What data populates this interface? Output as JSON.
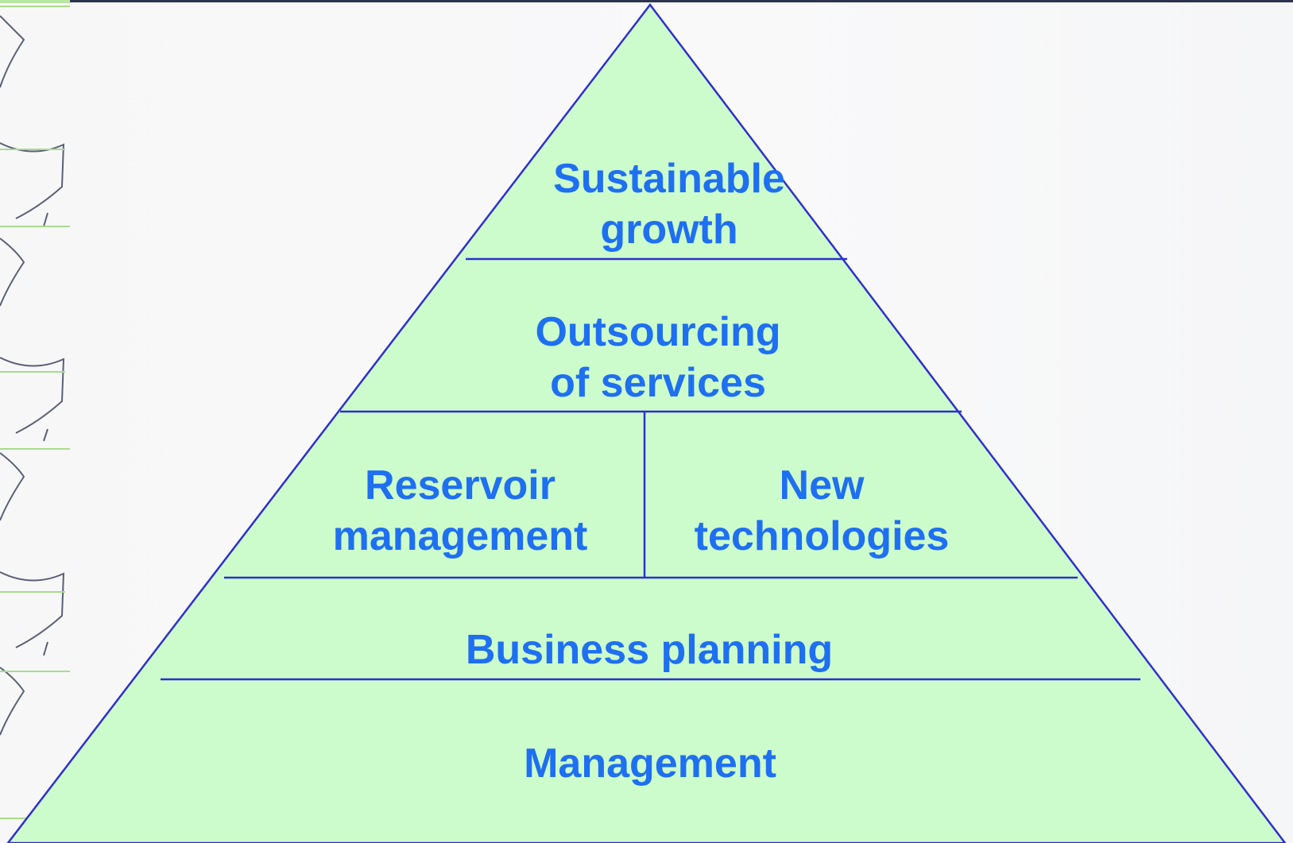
{
  "diagram": {
    "levels": [
      {
        "id": "apex",
        "lines": [
          "Sustainable",
          "growth"
        ]
      },
      {
        "id": "second",
        "lines": [
          "Outsourcing",
          "of services"
        ]
      },
      {
        "id": "third-left",
        "lines": [
          "Reservoir",
          "management"
        ]
      },
      {
        "id": "third-right",
        "lines": [
          "New",
          "technologies"
        ]
      },
      {
        "id": "fourth",
        "lines": [
          "Business planning"
        ]
      },
      {
        "id": "base",
        "lines": [
          "Management"
        ]
      }
    ],
    "colors": {
      "fill": "#ccfccc",
      "outline": "#2f2fd0",
      "text": "#1e6ff2"
    }
  }
}
